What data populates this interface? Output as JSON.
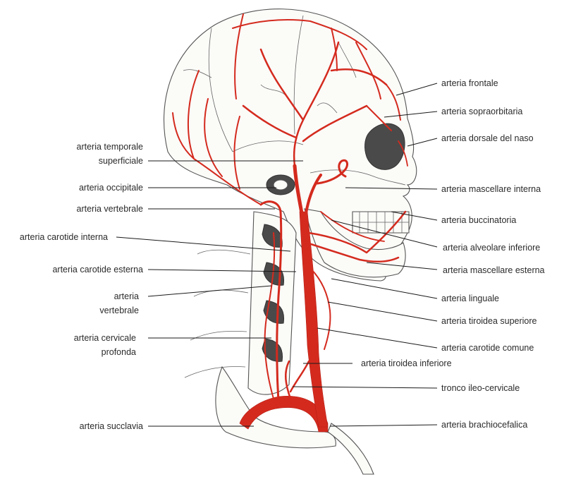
{
  "colors": {
    "artery": "#d42a1e",
    "bone_stroke": "#555555",
    "label_text": "#2b2b2b",
    "leader_line": "#1a1a1a"
  },
  "labels": {
    "right": [
      {
        "id": "arteria-frontale",
        "text": "arteria frontale"
      },
      {
        "id": "arteria-sopraorbitaria",
        "text": "arteria sopraorbitaria"
      },
      {
        "id": "arteria-dorsale-del-naso",
        "text": "arteria dorsale del naso"
      },
      {
        "id": "arteria-mascellare-interna",
        "text": "arteria mascellare interna"
      },
      {
        "id": "arteria-buccinatoria",
        "text": "arteria buccinatoria"
      },
      {
        "id": "arteria-alveolare-inferiore",
        "text": "arteria alveolare inferiore"
      },
      {
        "id": "arteria-mascellare-esterna",
        "text": "arteria mascellare esterna"
      },
      {
        "id": "arteria-linguale",
        "text": "arteria linguale"
      },
      {
        "id": "arteria-tiroidea-superiore",
        "text": "arteria tiroidea superiore"
      },
      {
        "id": "arteria-carotide-comune",
        "text": "arteria carotide comune"
      },
      {
        "id": "arteria-tiroidea-inferiore",
        "text": "arteria tiroidea inferiore"
      },
      {
        "id": "tronco-ileo-cervicale",
        "text": "tronco ileo-cervicale"
      },
      {
        "id": "arteria-brachiocefalica",
        "text": "arteria brachiocefalica"
      }
    ],
    "left": [
      {
        "id": "arteria-temporale-superficiale",
        "lines": [
          "arteria temporale",
          "superficiale"
        ]
      },
      {
        "id": "arteria-occipitale",
        "lines": [
          "arteria occipitale"
        ]
      },
      {
        "id": "arteria-vertebrale-upper",
        "lines": [
          "arteria vertebrale"
        ]
      },
      {
        "id": "arteria-carotide-interna",
        "lines": [
          "arteria carotide interna"
        ]
      },
      {
        "id": "arteria-carotide-esterna",
        "lines": [
          "arteria carotide esterna"
        ]
      },
      {
        "id": "arteria-vertebrale-lower",
        "lines": [
          "arteria",
          "vertebrale"
        ]
      },
      {
        "id": "arteria-cervicale-profonda",
        "lines": [
          "arteria cervicale",
          "profonda"
        ]
      },
      {
        "id": "arteria-succlavia",
        "lines": [
          "arteria succlavia"
        ]
      }
    ]
  }
}
